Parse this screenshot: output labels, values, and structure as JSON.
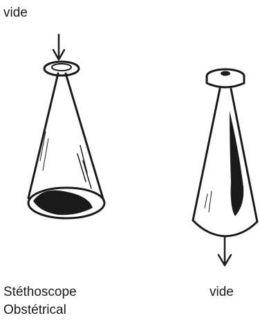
{
  "labels": {
    "top_left": "vide",
    "bottom_right": "vide",
    "name_line1": "Stéthoscope",
    "name_line2": "Obstétrical"
  },
  "colors": {
    "ink": "#1a1a1a",
    "background": "#ffffff"
  },
  "icons": {
    "left": "stethoscope-cone-with-arrow-in-icon",
    "right": "stethoscope-cone-with-arrow-out-icon"
  }
}
